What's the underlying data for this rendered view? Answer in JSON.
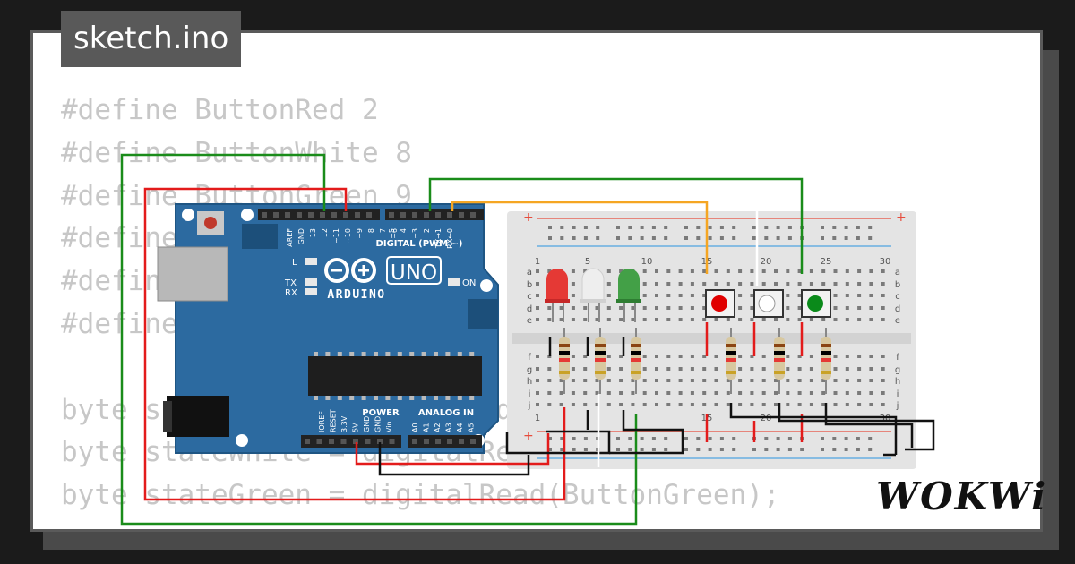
{
  "tab": {
    "title": "sketch.ino"
  },
  "code_lines": [
    "#define ButtonRed 2",
    "#define ButtonWhite 8",
    "#define ButtonGreen 9",
    "#define",
    "#defin",
    "#define",
    "",
    "byte stateRed = digitalRead(ButtonRed);",
    "byte stateWhite = digitalRead(ButtonWhite);",
    "byte stateGreen = digitalRead(ButtonGreen);"
  ],
  "arduino": {
    "brand": "ARDUINO",
    "model": "UNO",
    "digital_label": "DIGITAL (PWM ~)",
    "digital_pins": [
      "AREF",
      "GND",
      "13",
      "12",
      "~11",
      "~10",
      "~9",
      "8",
      "7",
      "~6",
      "~5",
      "4",
      "~3",
      "2",
      "TX→1",
      "RX←0"
    ],
    "power_label": "POWER",
    "power_pins": [
      "IOREF",
      "RESET",
      "3.3V",
      "5V",
      "GND",
      "GND",
      "Vin"
    ],
    "analog_label": "ANALOG IN",
    "analog_pins": [
      "A0",
      "A1",
      "A2",
      "A3",
      "A4",
      "A5"
    ],
    "led_labels": [
      "L",
      "TX",
      "RX"
    ],
    "on_label": "ON"
  },
  "breadboard": {
    "column_numbers": [
      "1",
      "5",
      "10",
      "15",
      "20",
      "25",
      "30"
    ],
    "row_letters_top": [
      "a",
      "b",
      "c",
      "d",
      "e"
    ],
    "row_letters_bottom": [
      "f",
      "g",
      "h",
      "i",
      "j"
    ]
  },
  "components": {
    "leds": [
      {
        "name": "red",
        "color": "#e53935"
      },
      {
        "name": "white",
        "color": "#eeeeee"
      },
      {
        "name": "green",
        "color": "#43a047"
      }
    ],
    "buttons": [
      {
        "name": "red",
        "color": "#e00000"
      },
      {
        "name": "white",
        "color": "#ffffff"
      },
      {
        "name": "green",
        "color": "#0a8a1a"
      }
    ]
  },
  "wire_colors": {
    "green": "#1a8c1a",
    "red": "#e31b1b",
    "orange": "#f5a623",
    "black": "#111111"
  },
  "logo": {
    "text": "WOKWi"
  }
}
